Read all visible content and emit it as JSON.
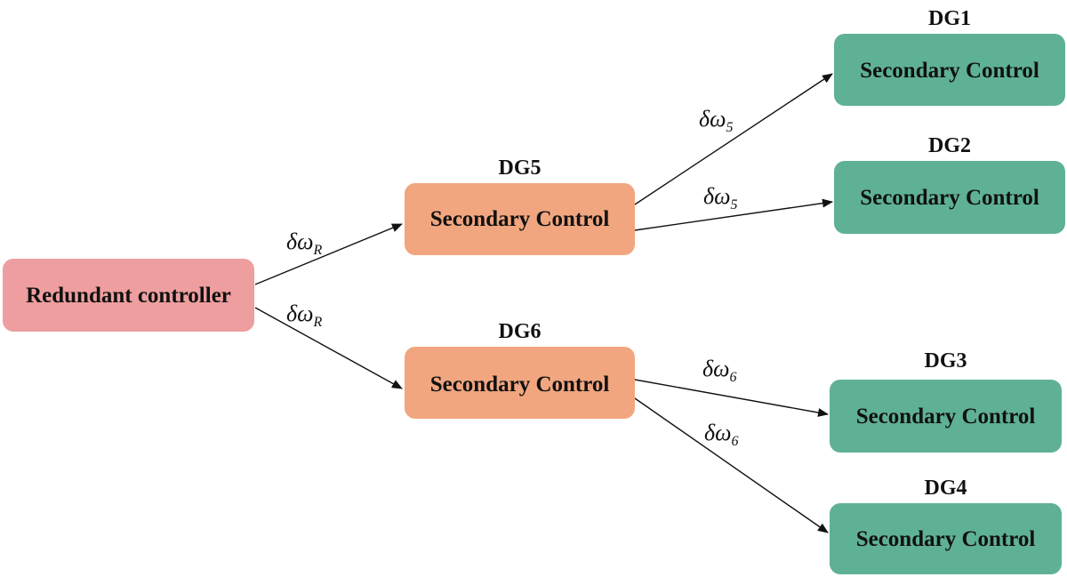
{
  "colors": {
    "root": "#EE9E9E",
    "middle": "#F1A67F",
    "leaf": "#5FB196",
    "line": "#111111"
  },
  "nodes": {
    "redundant": {
      "label": "Redundant controller"
    },
    "dg5": {
      "title": "DG5",
      "label": "Secondary Control"
    },
    "dg6": {
      "title": "DG6",
      "label": "Secondary Control"
    },
    "dg1": {
      "title": "DG1",
      "label": "Secondary Control"
    },
    "dg2": {
      "title": "DG2",
      "label": "Secondary Control"
    },
    "dg3": {
      "title": "DG3",
      "label": "Secondary Control"
    },
    "dg4": {
      "title": "DG4",
      "label": "Secondary Control"
    }
  },
  "edges": {
    "r_dg5": {
      "from": "redundant",
      "to": "dg5",
      "symbol": "δω",
      "sub": "R"
    },
    "r_dg6": {
      "from": "redundant",
      "to": "dg6",
      "symbol": "δω",
      "sub": "R"
    },
    "dg5_dg1": {
      "from": "dg5",
      "to": "dg1",
      "symbol": "δω",
      "sub": "5"
    },
    "dg5_dg2": {
      "from": "dg5",
      "to": "dg2",
      "symbol": "δω",
      "sub": "5"
    },
    "dg6_dg3": {
      "from": "dg6",
      "to": "dg3",
      "symbol": "δω",
      "sub": "6"
    },
    "dg6_dg4": {
      "from": "dg6",
      "to": "dg4",
      "symbol": "δω",
      "sub": "6"
    }
  }
}
